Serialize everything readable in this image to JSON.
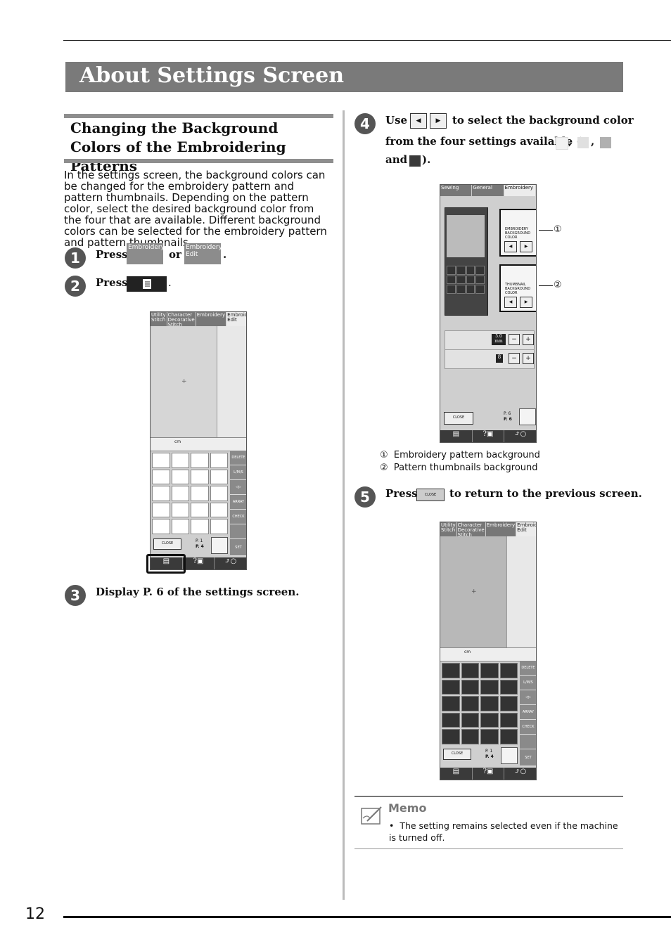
{
  "page": {
    "title": "About Settings Screen",
    "number": "12"
  },
  "section": {
    "title": "Changing the Background Colors of the Embroidering Patterns",
    "intro": "In the settings screen, the background colors can be changed for the embroidery pattern and pattern thumbnails. Depending on the pattern color, select the desired background color from the four that are available. Different background colors can be selected for the embroidery pattern and pattern thumbnails."
  },
  "steps": [
    {
      "num": "1",
      "text_a": "Press",
      "or": "or",
      "end": ".",
      "btn1": "Embroidery",
      "btn2a": "Embroidery",
      "btn2b": "Edit"
    },
    {
      "num": "2",
      "text_a": "Press",
      "end": ".",
      "btn_icon": "settings-icon"
    },
    {
      "num": "3",
      "text": "Display P. 6 of the settings screen."
    },
    {
      "num": "4",
      "text_a": "Use",
      "text_b": "to select the background color",
      "text_c": "from the four settings available (",
      "comma": ",",
      "text_d": "and",
      "text_e": ").",
      "swatch_colors": [
        "#f2f2f2",
        "#e0e0e0",
        "#b0b0b0",
        "#3a3a3a"
      ]
    },
    {
      "num": "5",
      "text_a": "Press",
      "text_b": "to return to the previous screen.",
      "btn": "CLOSE"
    }
  ],
  "screen_edit": {
    "tabs": [
      "Utility Stitch",
      "Character Decorative Stitch",
      "Embroidery",
      "Embroidery Edit"
    ],
    "active_tab": 3,
    "size_label": "cm",
    "side_buttons": [
      "DELETE",
      "L/M/S",
      "",
      "ARRAY",
      "CHECK",
      "",
      "SET"
    ],
    "close": "CLOSE",
    "page_indicator_top": "P. 1",
    "page_indicator_bottom": "P. 4"
  },
  "screen_settings": {
    "tabs": [
      "Sewing",
      "General",
      "Embroidery"
    ],
    "active_tab": 2,
    "panel1_label": "EMBROIDERY BACKGROUND COLOR",
    "panel2_label": "THUMBNAIL BACKGROUND COLOR",
    "value1": "5.0",
    "value1_unit": "mm",
    "value2": "8",
    "close": "CLOSE",
    "page_indicator_top": "P. 6",
    "page_indicator_bottom": "P. 6",
    "callouts": [
      "①",
      "②"
    ]
  },
  "legend": [
    {
      "marker": "①",
      "text": "Embroidery pattern background"
    },
    {
      "marker": "②",
      "text": "Pattern thumbnails background"
    }
  ],
  "memo": {
    "title": "Memo",
    "bullet": "•",
    "text": "The setting remains selected even if the machine is turned off."
  }
}
